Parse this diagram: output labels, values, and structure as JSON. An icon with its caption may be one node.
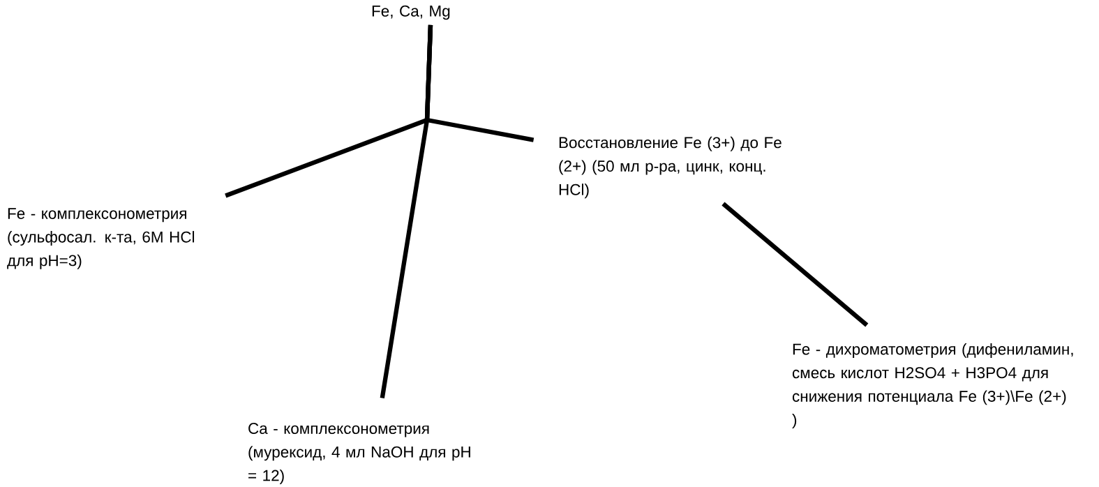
{
  "diagram": {
    "nodes": [
      {
        "text": [
          "Fe, Ca, Mg"
        ]
      },
      {
        "text": [
          "Fe - комплексонометрия (сульфосал. к-та, 6М HCl для pH=3)"
        ]
      },
      {
        "text": [
          "Ca - комплексонометрия (мурексид, 4 мл NaOH для pH = 12)"
        ]
      },
      {
        "text": [
          "Восстановление Fe (3+) до Fe (2+) (50 мл р-ра, цинк, конц. HCl)"
        ]
      },
      {
        "text": [
          "Fe - дихроматометрия (дифениламин, смесь кислот H2SO4 + H3PO4 для снижения потенциала Fe (3+)\\Fe (2+) )"
        ]
      }
    ],
    "edges": [
      {
        "from": 0,
        "to": 1,
        "arrow": "none"
      },
      {
        "from": 0,
        "to": 2,
        "arrow": "none"
      },
      {
        "from": 0,
        "to": 3,
        "arrow": "none"
      },
      {
        "from": 3,
        "to": 4,
        "arrow": "none"
      }
    ]
  }
}
